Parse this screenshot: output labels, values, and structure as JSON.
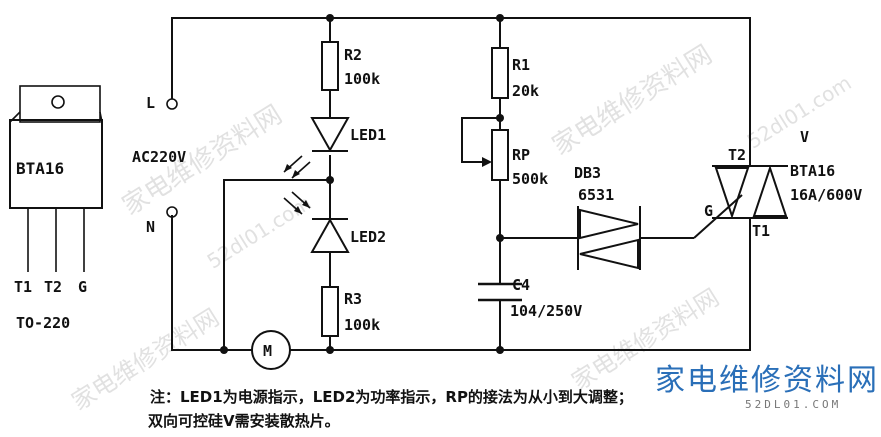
{
  "package": {
    "part": "BTA16",
    "pins": [
      "T1",
      "T2",
      "G"
    ],
    "case": "TO-220"
  },
  "supply": {
    "l_label": "L",
    "n_label": "N",
    "voltage": "AC220V"
  },
  "components": {
    "r2": {
      "name": "R2",
      "value": "100k"
    },
    "led1": {
      "name": "LED1"
    },
    "led2": {
      "name": "LED2"
    },
    "r3": {
      "name": "R3",
      "value": "100k"
    },
    "motor": {
      "name": "M"
    },
    "r1": {
      "name": "R1",
      "value": "20k"
    },
    "rp": {
      "name": "RP",
      "value": "500k"
    },
    "c4": {
      "name": "C4",
      "value": "104/250V"
    },
    "db3": {
      "name": "DB3",
      "value": "6531"
    },
    "triac": {
      "ref": "V",
      "t2": "T2",
      "part": "BTA16",
      "rating": "16A/600V",
      "gate": "G",
      "t1": "T1"
    }
  },
  "notes": {
    "line1": "注：LED1为电源指示，LED2为功率指示，RP的接法为从小到大调整；",
    "line2": "双向可控硅V需安装散热片。"
  },
  "watermark": {
    "text": "家电维修资料网",
    "url": "52dl01.com",
    "logo": "家电维修资料网",
    "logo_url": "52DL01.COM"
  }
}
